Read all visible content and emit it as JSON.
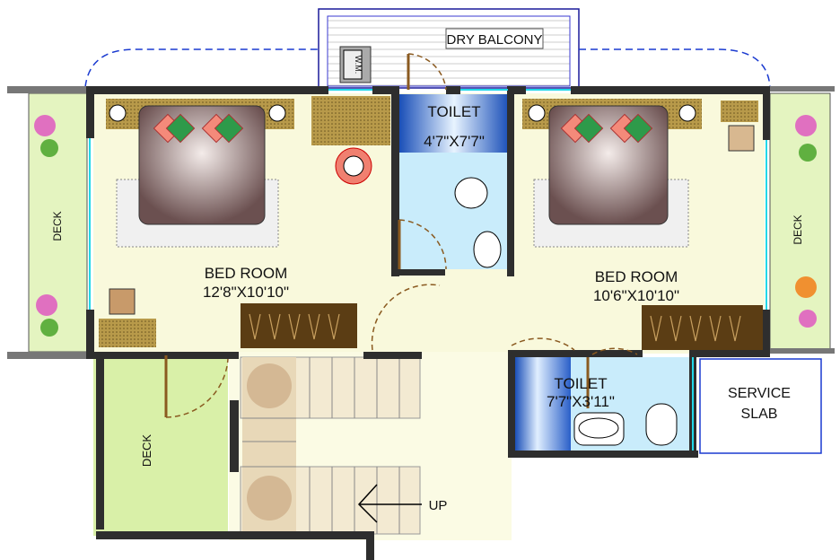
{
  "rooms": {
    "dry_balcony": {
      "label": "DRY BALCONY"
    },
    "washing_machine": {
      "label": "W.M."
    },
    "toilet_top": {
      "label": "TOILET",
      "size": "4'7\"X7'7\""
    },
    "bedroom_left": {
      "label": "BED ROOM",
      "size": "12'8\"X10'10\""
    },
    "bedroom_right": {
      "label": "BED ROOM",
      "size": "10'6\"X10'10\""
    },
    "toilet_bottom": {
      "label": "TOILET",
      "size": "7'7\"X3'11\""
    },
    "service_slab": {
      "line1": "SERVICE",
      "line2": "SLAB"
    },
    "deck_left": {
      "label": "DECK"
    },
    "deck_right": {
      "label": "DECK"
    },
    "deck_bottom": {
      "label": "DECK"
    },
    "stairs": {
      "label": "UP"
    }
  },
  "colors": {
    "floor": "#f9f9dc",
    "deck": "#e4f4c0",
    "toilet": "#c9ecfb",
    "toilet_dark": "#1a4fb8",
    "wall": "#2e2e2e",
    "wardrobe": "#5b3d14",
    "stair": "#f3ead2"
  }
}
